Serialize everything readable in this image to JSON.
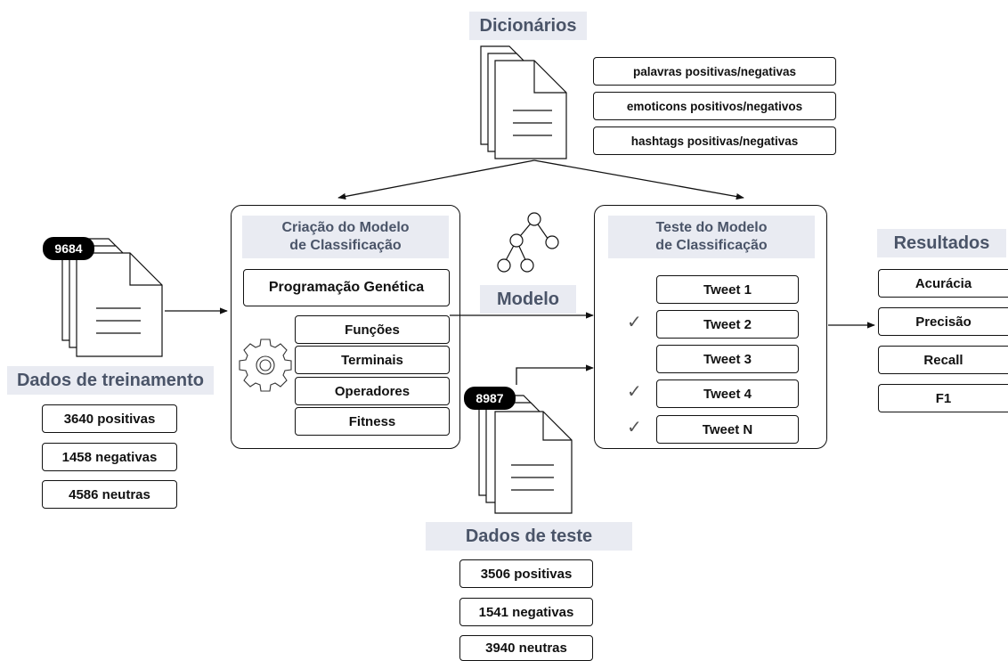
{
  "dictionaries": {
    "title": "Dicionários",
    "items": [
      "palavras positivas/negativas",
      "emoticons positivos/negativos",
      "hashtags positivas/negativas"
    ]
  },
  "training": {
    "badge": "9684",
    "title": "Dados de treinamento",
    "stats": [
      "3640 positivas",
      "1458 negativas",
      "4586 neutras"
    ]
  },
  "creation": {
    "title_line1": "Criação do Modelo",
    "title_line2": "de Classificação",
    "method": "Programação Genética",
    "components": [
      "Funções",
      "Terminais",
      "Operadores",
      "Fitness"
    ]
  },
  "model": {
    "label": "Modelo"
  },
  "test_model": {
    "title_line1": "Teste do Modelo",
    "title_line2": "de Classificação",
    "tweets": [
      {
        "label": "Tweet 1",
        "checked": false
      },
      {
        "label": "Tweet 2",
        "checked": true
      },
      {
        "label": "Tweet 3",
        "checked": false
      },
      {
        "label": "Tweet 4",
        "checked": true
      },
      {
        "label": "Tweet N",
        "checked": true
      }
    ],
    "check_glyph": "✓"
  },
  "test_data": {
    "badge": "8987",
    "title": "Dados de teste",
    "stats": [
      "3506 positivas",
      "1541 negativas",
      "3940 neutras"
    ]
  },
  "results": {
    "title": "Resultados",
    "metrics": [
      "Acurácia",
      "Precisão",
      "Recall",
      "F1"
    ]
  },
  "icons": {
    "document_stack": "document-stack-icon",
    "gear": "gear-icon",
    "tree": "tree-icon",
    "check": "checkmark-icon"
  }
}
